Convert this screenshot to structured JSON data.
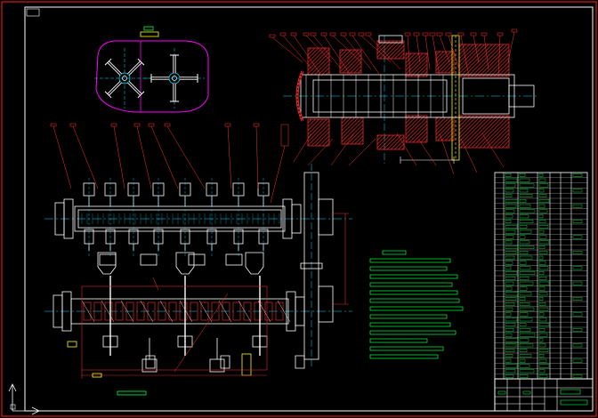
{
  "drawing": {
    "background": "#000000",
    "colors": {
      "frame": "#ff2020",
      "hatch": "#e02a2a",
      "outline": "#ffffff",
      "centerline": "#00e0ff",
      "leader": "#ff3030",
      "note": "#00ff40",
      "magenta": "#ff00ff",
      "yellow": "#ffff00",
      "title_block": "#ffffff"
    },
    "views": [
      {
        "name": "end-view-rotor-pair"
      },
      {
        "name": "section-view-gearbox"
      },
      {
        "name": "front-view-shaft-assembly"
      },
      {
        "name": "plan-view-shaft-assembly"
      },
      {
        "name": "side-view-frame"
      },
      {
        "name": "technical-requirements-notes"
      },
      {
        "name": "parts-list"
      },
      {
        "name": "title-block"
      }
    ],
    "note_lines": 14,
    "parts_list_rows": 40
  }
}
